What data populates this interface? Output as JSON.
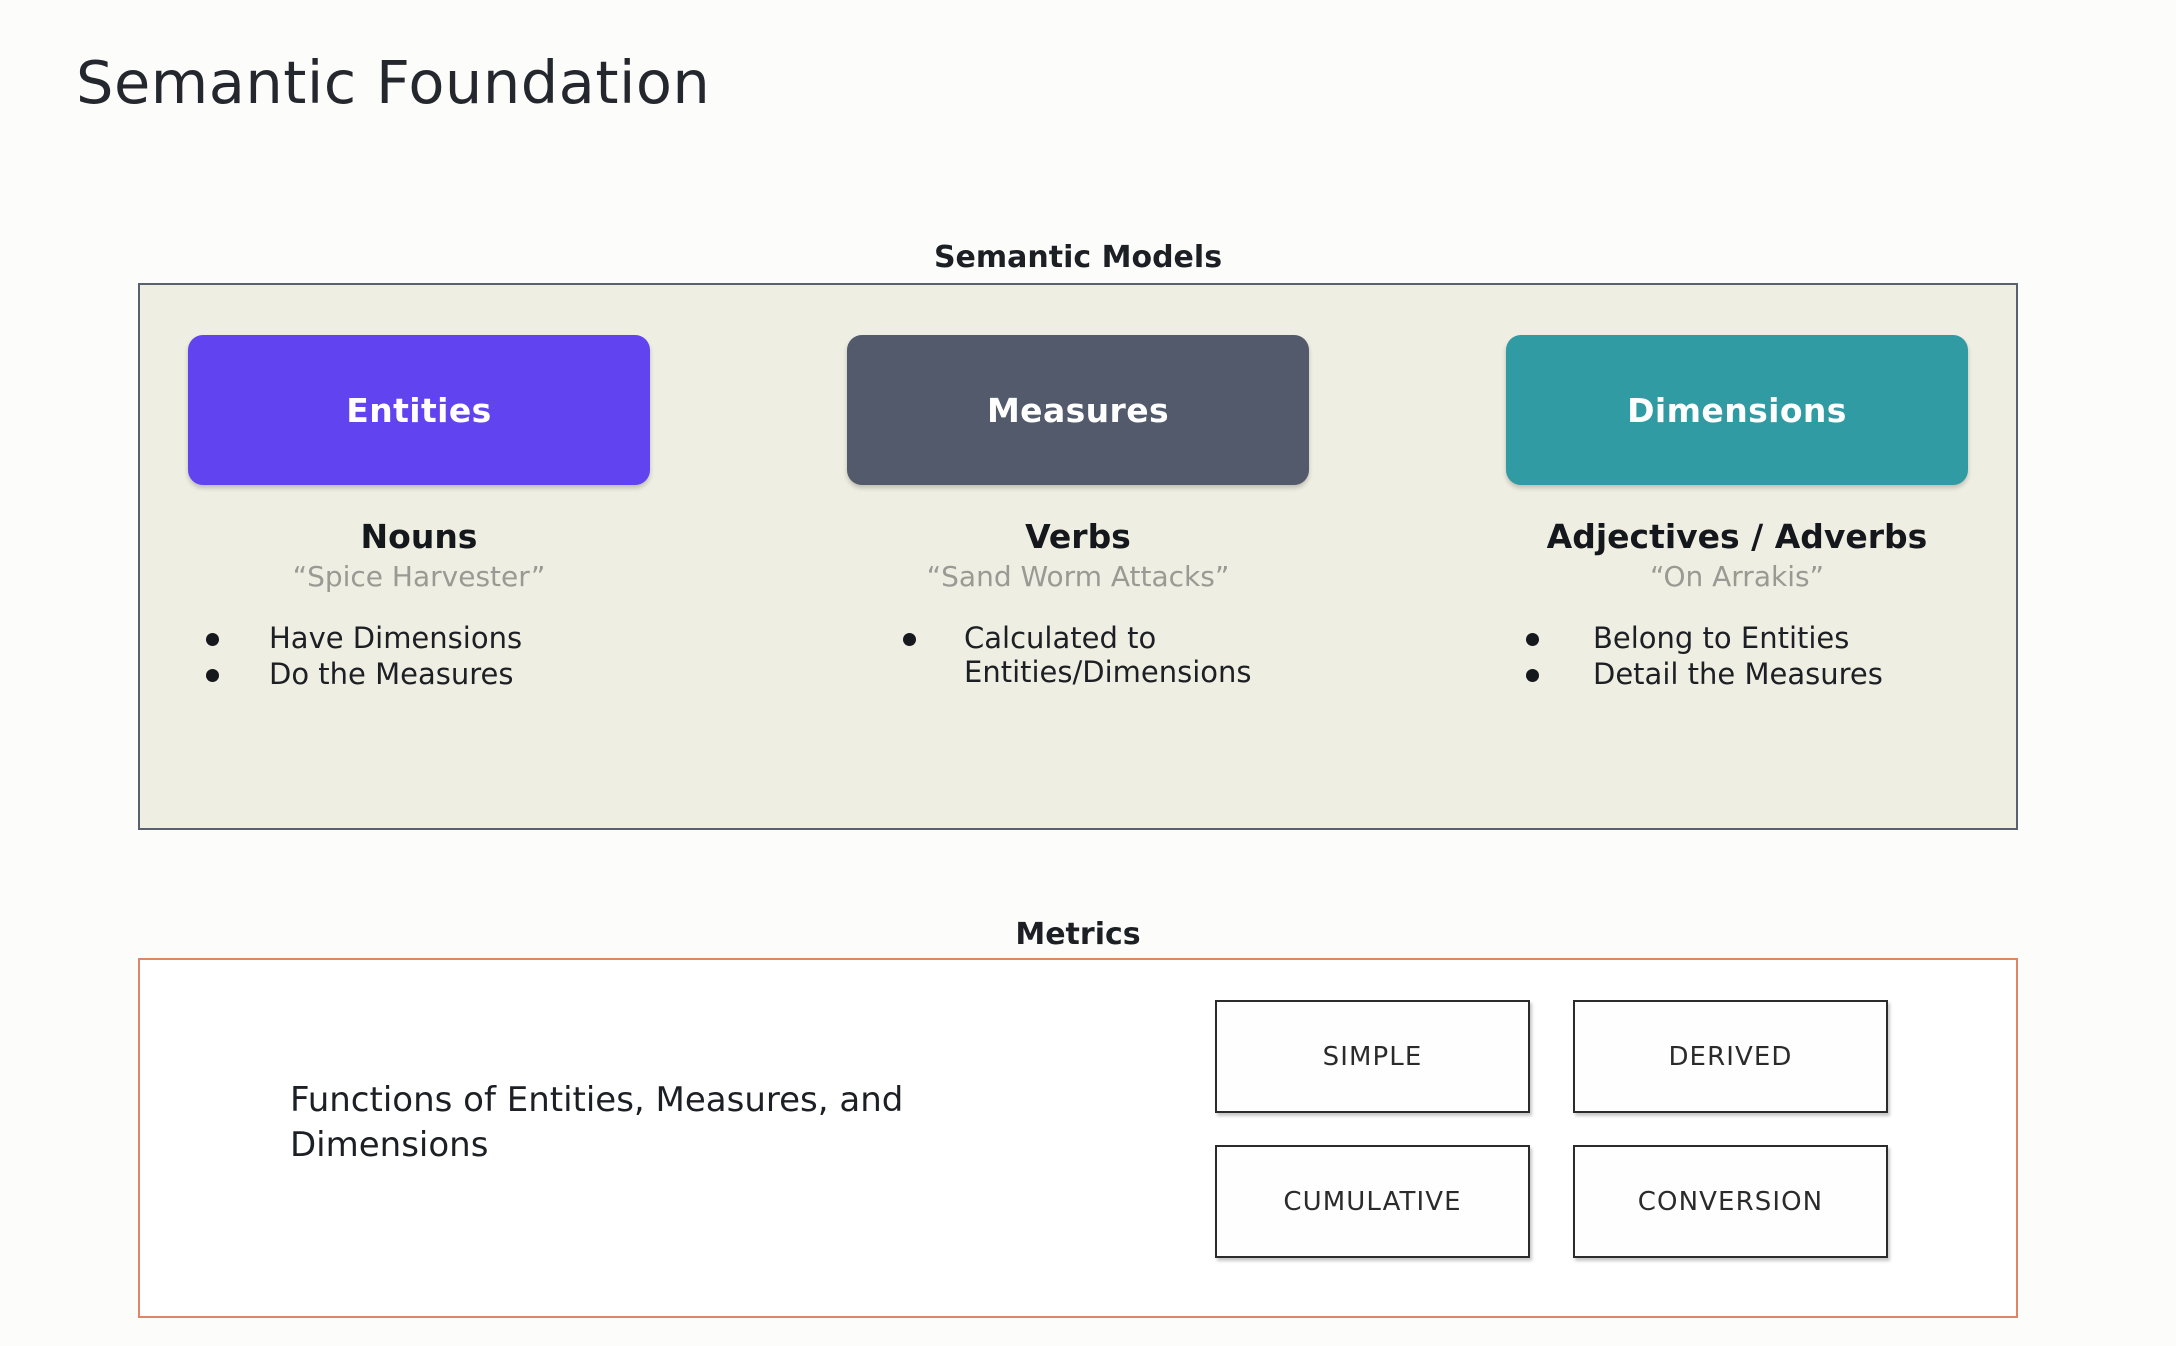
{
  "page": {
    "title": "Semantic Foundation",
    "background_color": "#FCFDFA"
  },
  "semantic_models": {
    "header": "Semantic Models",
    "panel_background_color": "#EFEEE2",
    "panel_border_color": "#59606E",
    "columns": [
      {
        "pill_label": "Entities",
        "pill_color": "#6243F0",
        "part_of_speech": "Nouns",
        "example": "“Spice Harvester”",
        "bullets": [
          "Have Dimensions",
          "Do the Measures"
        ]
      },
      {
        "pill_label": "Measures",
        "pill_color": "#525A6B",
        "part_of_speech": "Verbs",
        "example": "“Sand Worm Attacks”",
        "bullets": [
          "Calculated to Entities/Dimensions"
        ]
      },
      {
        "pill_label": "Dimensions",
        "pill_color": "#309BA2",
        "part_of_speech": "Adjectives / Adverbs",
        "example": "“On Arrakis”",
        "bullets": [
          "Belong to Entities",
          "Detail the Measures"
        ]
      }
    ]
  },
  "metrics": {
    "header": "Metrics",
    "panel_border_color": "#E08566",
    "description": "Functions of Entities, Measures, and Dimensions",
    "types": [
      "SIMPLE",
      "DERIVED",
      "CUMULATIVE",
      "CONVERSION"
    ]
  }
}
